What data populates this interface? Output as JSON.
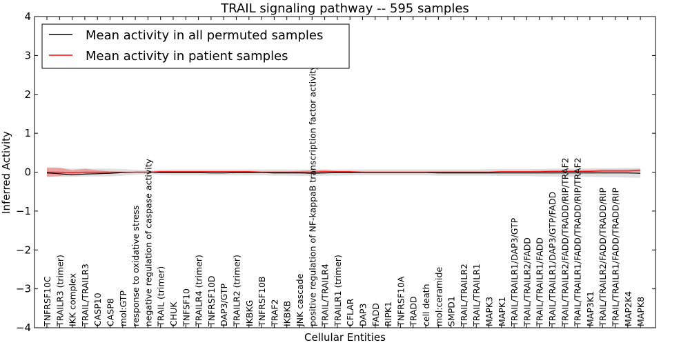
{
  "chart_data": {
    "type": "line",
    "title": "TRAIL signaling pathway -- 595 samples",
    "xlabel": "Cellular Entities",
    "ylabel": "Inferred Activity",
    "ylim": [
      -4,
      4
    ],
    "yticks": [
      "−4",
      "−3",
      "−2",
      "−1",
      "0",
      "1",
      "2",
      "3",
      "4"
    ],
    "grid": false,
    "legend_position": "top-left",
    "categories": [
      "TNFRSF10C",
      "TRAILR3 (trimer)",
      "IKK complex",
      "TRAIL/TRAILR3",
      "CASP10",
      "CASP8",
      "mol:GTP",
      "response to oxidative stress",
      "negative regulation of caspase activity",
      "TRAIL (trimer)",
      "CHUK",
      "TNFSF10",
      "TRAILR4 (trimer)",
      "TNFRSF10D",
      "DAP3/GTP",
      "TRAILR2 (trimer)",
      "IKBKG",
      "TNFRSF10B",
      "TRAF2",
      "IKBKB",
      "JNK cascade",
      "positive regulation of NF-kappaB transcription factor activity",
      "TRAIL/TRAILR4",
      "TRAILR1 (trimer)",
      "CFLAR",
      "DAP3",
      "FADD",
      "RIPK1",
      "TNFRSF10A",
      "TRADD",
      "cell death",
      "mol:ceramide",
      "SMPD1",
      "TRAIL/TRAILR2",
      "TRAIL/TRAILR1",
      "MAPK3",
      "MAPK1",
      "TRAIL/TRAILR1/DAP3/GTP",
      "TRAIL/TRAILR2/FADD",
      "TRAIL/TRAILR1/FADD",
      "TRAIL/TRAILR1/DAP3/GTP/FADD",
      "TRAIL/TRAILR2/FADD/TRADD/RIP/TRAF2",
      "TRAIL/TRAILR1/FADD/TRADD/RIP/TRAF2",
      "MAP3K1",
      "TRAIL/TRAILR2/FADD/TRADD/RIP",
      "TRAIL/TRAILR1/FADD/TRADD/RIP",
      "MAP2K4",
      "MAPK8"
    ],
    "series": [
      {
        "name": "Mean activity in all permuted samples",
        "color": "#000000",
        "band_color": "#bbbbbb",
        "values": [
          -0.02,
          -0.04,
          -0.07,
          -0.05,
          -0.04,
          -0.03,
          -0.01,
          0.0,
          0.0,
          -0.01,
          -0.01,
          -0.01,
          -0.01,
          -0.02,
          -0.02,
          -0.01,
          -0.01,
          -0.01,
          -0.02,
          -0.02,
          -0.02,
          -0.03,
          -0.02,
          -0.01,
          -0.01,
          -0.01,
          -0.01,
          -0.01,
          -0.01,
          -0.01,
          -0.01,
          -0.02,
          -0.02,
          -0.02,
          -0.02,
          -0.02,
          -0.02,
          -0.02,
          -0.02,
          -0.02,
          -0.02,
          -0.02,
          -0.02,
          -0.02,
          -0.02,
          -0.02,
          -0.02,
          -0.03
        ],
        "lower": [
          -0.12,
          -0.12,
          -0.12,
          -0.11,
          -0.11,
          -0.11,
          -0.09,
          -0.07,
          -0.05,
          -0.07,
          -0.08,
          -0.08,
          -0.08,
          -0.08,
          -0.08,
          -0.08,
          -0.08,
          -0.08,
          -0.09,
          -0.09,
          -0.1,
          -0.1,
          -0.09,
          -0.09,
          -0.08,
          -0.08,
          -0.08,
          -0.08,
          -0.08,
          -0.08,
          -0.08,
          -0.09,
          -0.09,
          -0.09,
          -0.09,
          -0.09,
          -0.1,
          -0.1,
          -0.1,
          -0.11,
          -0.11,
          -0.12,
          -0.12,
          -0.12,
          -0.13,
          -0.13,
          -0.14,
          -0.15
        ],
        "upper": [
          0.1,
          0.1,
          0.09,
          0.09,
          0.09,
          0.09,
          0.08,
          0.06,
          0.05,
          0.06,
          0.07,
          0.07,
          0.07,
          0.07,
          0.07,
          0.07,
          0.07,
          0.07,
          0.07,
          0.07,
          0.07,
          0.07,
          0.07,
          0.07,
          0.07,
          0.07,
          0.07,
          0.07,
          0.07,
          0.07,
          0.07,
          0.07,
          0.07,
          0.07,
          0.07,
          0.08,
          0.08,
          0.08,
          0.08,
          0.08,
          0.09,
          0.09,
          0.09,
          0.1,
          0.1,
          0.1,
          0.11,
          0.11
        ]
      },
      {
        "name": "Mean activity in patient samples",
        "color": "#ff0000",
        "band_color": "#f08080",
        "values": [
          0.0,
          0.0,
          -0.01,
          0.0,
          0.0,
          0.0,
          0.0,
          0.0,
          0.0,
          0.01,
          0.01,
          0.01,
          0.01,
          0.01,
          0.01,
          0.01,
          0.01,
          0.0,
          0.0,
          0.0,
          0.0,
          0.0,
          0.01,
          0.01,
          0.01,
          0.0,
          0.0,
          0.0,
          0.0,
          0.0,
          0.0,
          0.0,
          0.0,
          0.0,
          0.0,
          0.0,
          0.01,
          0.01,
          0.01,
          0.01,
          0.02,
          0.02,
          0.02,
          0.02,
          0.03,
          0.03,
          0.03,
          0.04
        ],
        "lower": [
          -0.12,
          -0.1,
          -0.06,
          -0.04,
          -0.04,
          -0.02,
          -0.01,
          -0.01,
          -0.01,
          0.0,
          0.0,
          0.0,
          0.0,
          0.0,
          0.0,
          0.0,
          0.0,
          -0.01,
          -0.01,
          -0.01,
          -0.01,
          -0.02,
          0.0,
          0.0,
          0.0,
          -0.01,
          -0.01,
          -0.01,
          -0.01,
          -0.01,
          -0.01,
          -0.01,
          -0.01,
          -0.01,
          -0.01,
          -0.01,
          0.0,
          0.0,
          0.0,
          0.0,
          0.0,
          0.0,
          0.0,
          0.0,
          0.0,
          0.0,
          0.0,
          -0.01
        ],
        "upper": [
          0.12,
          0.12,
          0.05,
          0.09,
          0.05,
          0.02,
          0.01,
          0.01,
          0.01,
          0.03,
          0.03,
          0.03,
          0.03,
          0.03,
          0.03,
          0.03,
          0.03,
          0.02,
          0.02,
          0.02,
          0.03,
          0.05,
          0.06,
          0.03,
          0.03,
          0.02,
          0.02,
          0.02,
          0.02,
          0.02,
          0.02,
          0.02,
          0.02,
          0.02,
          0.02,
          0.02,
          0.03,
          0.03,
          0.03,
          0.04,
          0.05,
          0.05,
          0.05,
          0.06,
          0.07,
          0.07,
          0.07,
          0.08
        ]
      }
    ]
  }
}
